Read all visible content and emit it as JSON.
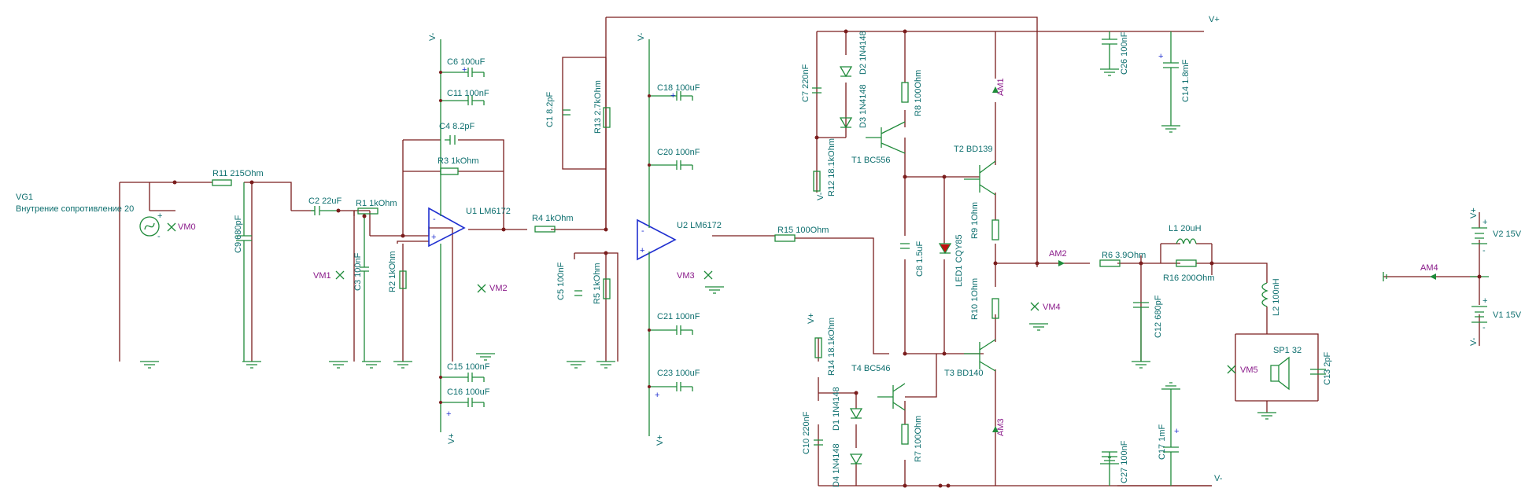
{
  "labels": {
    "vg1": "VG1",
    "vg1_desc": "Внутрение сопротивление 20",
    "r11": "R11 215Ohm",
    "c9": "C9 680pF",
    "c2": "C2 22uF",
    "r1": "R1 1kOhm",
    "c3": "C3 100nF",
    "r2": "R2 1kOhm",
    "c6": "C6 100uF",
    "c11": "C11 100nF",
    "c4": "C4 8.2pF",
    "r3": "R3 1kOhm",
    "u1": "U1 LM6172",
    "c15": "C15 100nF",
    "c16": "C16 100uF",
    "r4": "R4 1kOhm",
    "c1": "C1 8.2pF",
    "r13": "R13 2.7kOhm",
    "c5": "C5 100nF",
    "r5": "R5 1kOhm",
    "c18": "C18 100uF",
    "c20": "C20 100nF",
    "u2": "U2 LM6172",
    "c21": "C21 100nF",
    "c23": "C23 100uF",
    "r15": "R15 100Ohm",
    "c7": "C7 220nF",
    "d2": "D2 1N4148",
    "d3": "D3 1N4148",
    "r8": "R8 100Ohm",
    "r12": "R12 18.1kOhm",
    "t1": "T1 BC556",
    "t2": "T2 BD139",
    "c8": "C8 1.5uF",
    "led1": "LED1 CQY85",
    "r9": "R9 1Ohm",
    "r10": "R10 1Ohm",
    "r14": "R14 18.1kOhm",
    "t4": "T4 BC546",
    "t3": "T3 BD140",
    "c10": "C10 220nF",
    "d1": "D1 1N4148",
    "d4": "D4 1N4148",
    "r7": "R7 100Ohm",
    "c26": "C26 100nF",
    "c14": "C14 1.8mF",
    "c27": "C27 100nF",
    "c17": "C17 1mF",
    "r6": "R6 3.9Ohm",
    "c12": "C12 680pF",
    "l1": "L1 20uH",
    "r16": "R16 200Ohm",
    "l2": "L2 100nH",
    "sp1": "SP1 32",
    "c13": "C13 2pF",
    "v2": "V2 15V",
    "v1": "V1 15V"
  },
  "meters": {
    "vm0": "VM0",
    "vm1": "VM1",
    "vm2": "VM2",
    "vm3": "VM3",
    "vm4": "VM4",
    "vm5": "VM5",
    "am1": "AM1",
    "am2": "AM2",
    "am3": "AM3",
    "am4": "AM4"
  },
  "rails": {
    "vplus": "V+",
    "vminus": "V-"
  },
  "polarity": {
    "plus": "+",
    "minus": "-"
  }
}
